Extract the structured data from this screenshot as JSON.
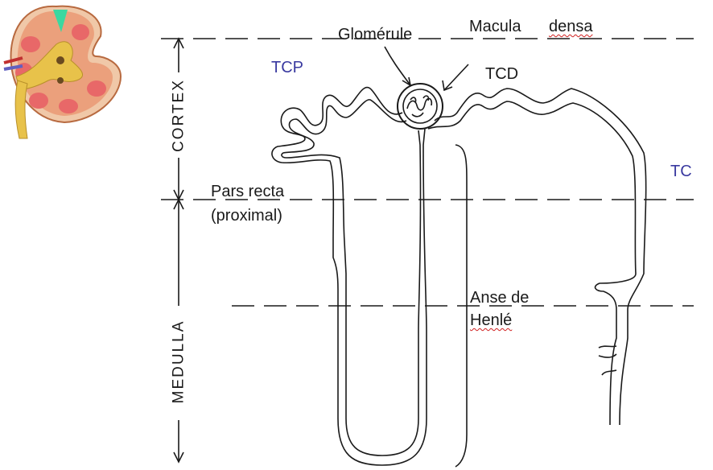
{
  "labels": {
    "glomerule": "Glomérule",
    "macula_densa_1": "Macula",
    "macula_densa_2": "densa",
    "tcp": "TCP",
    "tcd": "TCD",
    "tc": "TC",
    "pars_recta_1": "Pars recta",
    "pars_recta_2": "(proximal)",
    "anse_1": "Anse de",
    "anse_2": "Henlé",
    "cortex": "CORTEX",
    "medulla": "MEDULLA"
  },
  "colors": {
    "line": "#1a1a1a",
    "blue_label": "#3a3aa0",
    "kidney_tissue": "#e8a27a",
    "kidney_pyramid": "#e96a6a",
    "kidney_pelvis": "#e8c24a",
    "kidney_highlight": "#3ad8a0"
  },
  "icons": {
    "kidney": "kidney-icon"
  }
}
